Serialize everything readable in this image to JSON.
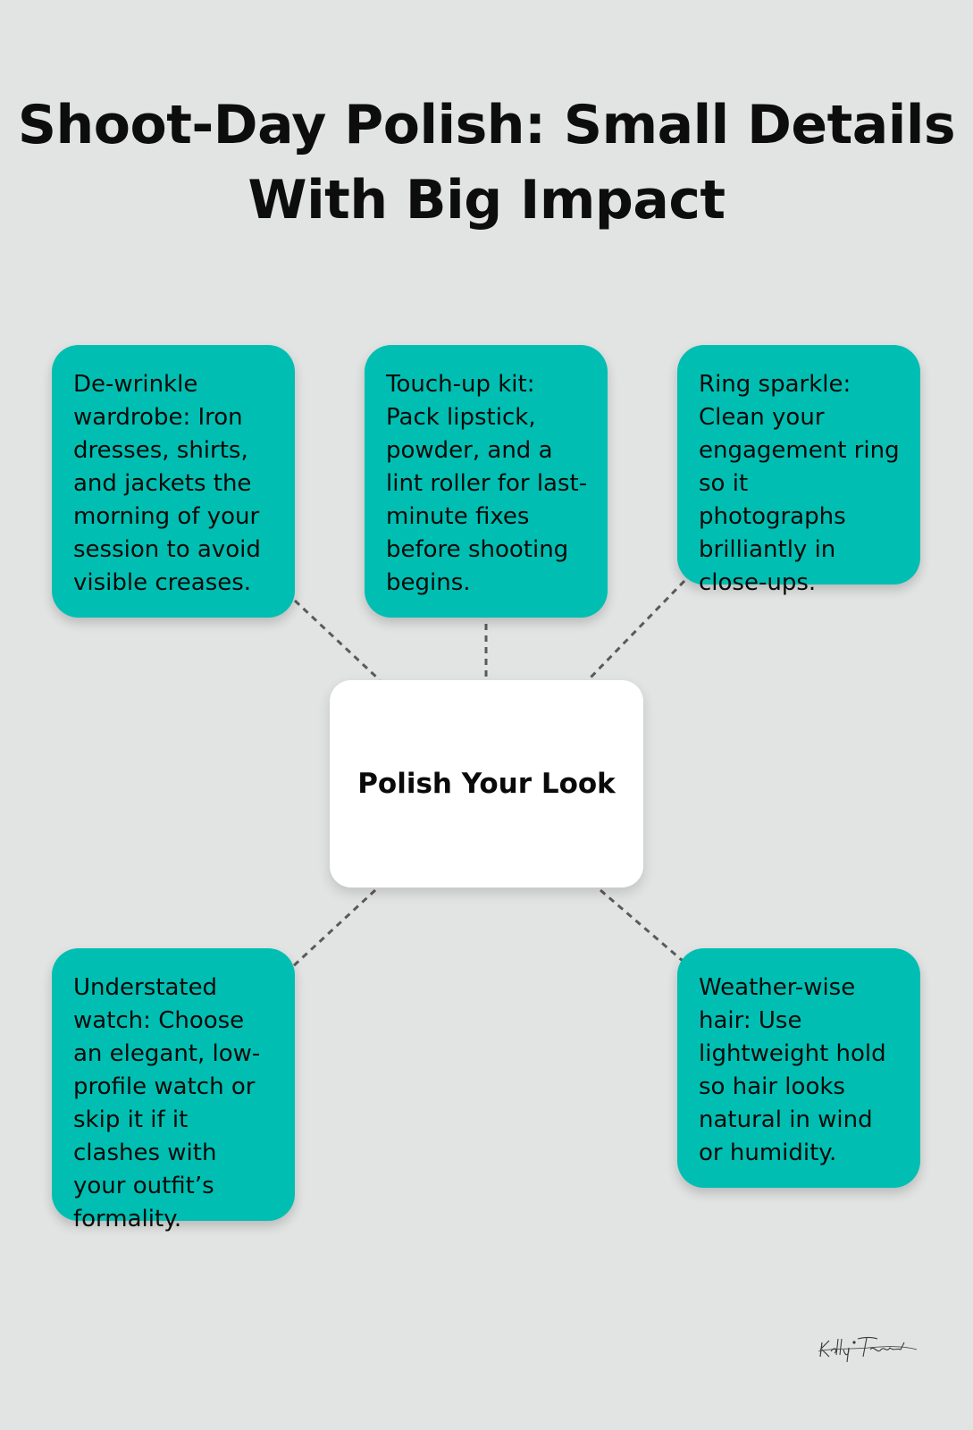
{
  "title": "Shoot-Day Polish: Small Details With Big Impact",
  "center": {
    "label": "Polish Your Look"
  },
  "cards": [
    {
      "text": "De-wrinkle wardrobe: Iron dresses, shirts, and jackets the morning of your session to avoid visible creases."
    },
    {
      "text": "Touch-up kit: Pack lipstick, powder, and a lint roller for last-minute fixes before shooting begins."
    },
    {
      "text": "Ring sparkle: Clean your engagement ring so it photographs brilliantly in close-ups."
    },
    {
      "text": "Understated watch: Choose an elegant, low-profile watch or skip it if it clashes with your outfit’s formality."
    },
    {
      "text": "Weather-wise hair: Use lightweight hold so hair looks natural in wind or humidity."
    }
  ],
  "logo": {
    "text": "Kelly Tarski"
  },
  "colors": {
    "background": "#e2e4e3",
    "card": "#00bfb2",
    "center": "#ffffff",
    "connector": "#5a5a5a"
  }
}
